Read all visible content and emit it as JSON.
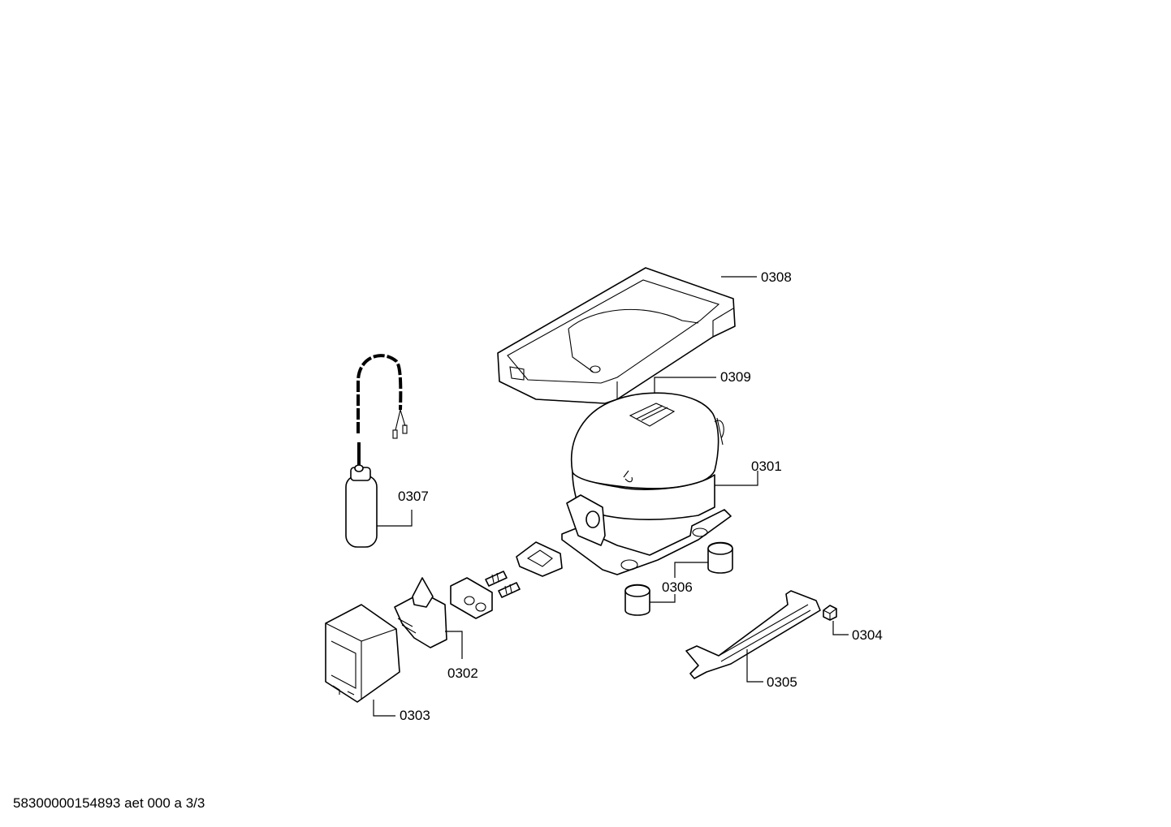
{
  "diagram": {
    "labels": {
      "p0301": "0301",
      "p0302": "0302",
      "p0303": "0303",
      "p0304": "0304",
      "p0305": "0305",
      "p0306": "0306",
      "p0307": "0307",
      "p0308": "0308",
      "p0309": "0309"
    },
    "footer": "58300000154893 aet 000 a 3/3"
  }
}
